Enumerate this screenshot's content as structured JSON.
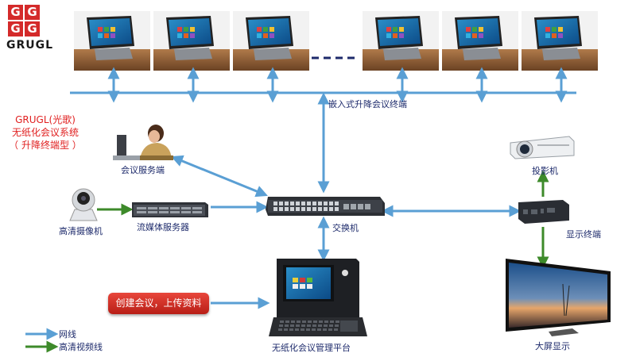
{
  "brand": {
    "logo_letters": [
      "G",
      "G",
      "G",
      "G"
    ],
    "name": "GRUGL",
    "color": "#d42a2a"
  },
  "system_title": {
    "line1": "GRUGL(光歌)",
    "line2": "无纸化会议系统",
    "line3": "（ 升降终端型 ）"
  },
  "nodes": {
    "terminals": "嵌入式升降会议终端",
    "server": "会议服务端",
    "camera": "高清摄像机",
    "media_server": "流媒体服务器",
    "switch": "交换机",
    "projector": "投影机",
    "display_terminal": "显示终端",
    "big_screen": "大屏显示",
    "platform": "无纸化会议管理平台"
  },
  "action_button": "创建会议，上传资料",
  "legend": [
    {
      "label": "网线",
      "color": "#5a9fd4"
    },
    {
      "label": "高清视频线",
      "color": "#3d8a2a"
    }
  ],
  "colors": {
    "network": "#5a9fd4",
    "video": "#3d8a2a",
    "title_red": "#e02020"
  }
}
